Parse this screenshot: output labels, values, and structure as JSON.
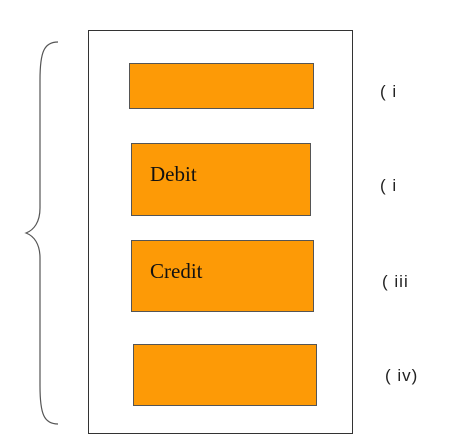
{
  "diagram": {
    "boxes": [
      {
        "label": ""
      },
      {
        "label": "Debit"
      },
      {
        "label": "Credit"
      },
      {
        "label": ""
      }
    ],
    "markers": [
      "( i",
      "( i",
      "( iii",
      "( iv)"
    ],
    "colors": {
      "box_fill": "#fd9a06",
      "box_border": "#555555",
      "frame_border": "#333333",
      "text": "#111111"
    }
  }
}
